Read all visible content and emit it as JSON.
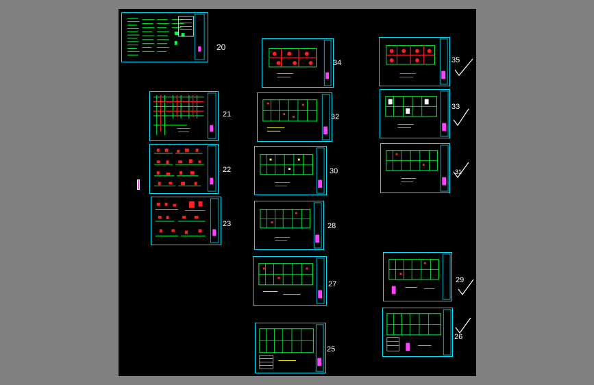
{
  "colors": {
    "viewport": "#808080",
    "canvas": "#000000",
    "border": "#00e5ff",
    "accent_green": "#00ff40",
    "accent_red": "#ff2020",
    "accent_magenta": "#ff40ff",
    "accent_yellow": "#ffff00",
    "label": "#ffffff"
  },
  "sheets": [
    {
      "id": "sheet-20",
      "label": "20",
      "kind": "notes",
      "checked": false
    },
    {
      "id": "sheet-21",
      "label": "21",
      "kind": "beams",
      "checked": false
    },
    {
      "id": "sheet-22",
      "label": "22",
      "kind": "details",
      "checked": false
    },
    {
      "id": "sheet-23",
      "label": "23",
      "kind": "details",
      "checked": false
    },
    {
      "id": "sheet-34",
      "label": "34",
      "kind": "roof",
      "checked": false
    },
    {
      "id": "sheet-32",
      "label": "32",
      "kind": "plan",
      "checked": false
    },
    {
      "id": "sheet-30",
      "label": "30",
      "kind": "plan",
      "checked": false
    },
    {
      "id": "sheet-28",
      "label": "28",
      "kind": "plan",
      "checked": false
    },
    {
      "id": "sheet-27",
      "label": "27",
      "kind": "plan",
      "checked": false
    },
    {
      "id": "sheet-25",
      "label": "25",
      "kind": "plan",
      "checked": false
    },
    {
      "id": "sheet-35",
      "label": "35",
      "kind": "roof",
      "checked": true
    },
    {
      "id": "sheet-33",
      "label": "33",
      "kind": "plan",
      "checked": true
    },
    {
      "id": "sheet-31",
      "label": "31",
      "kind": "plan",
      "checked": true
    },
    {
      "id": "sheet-29",
      "label": "29",
      "kind": "plan",
      "checked": true
    },
    {
      "id": "sheet-26",
      "label": "26",
      "kind": "plan",
      "checked": true
    }
  ]
}
